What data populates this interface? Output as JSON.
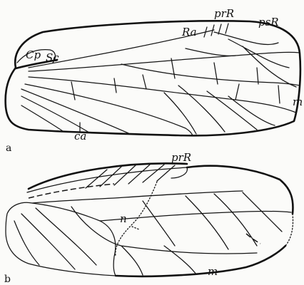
{
  "figure": {
    "panel_a": {
      "panel_label": "a",
      "labels": {
        "cp": "Cp",
        "sc": "Sc",
        "ra": "Ra",
        "prr": "prR",
        "psr": "psR",
        "m": "m",
        "ca": "ca"
      }
    },
    "panel_b": {
      "panel_label": "b",
      "labels": {
        "prr": "prR",
        "n": "n",
        "m": "m"
      }
    }
  }
}
